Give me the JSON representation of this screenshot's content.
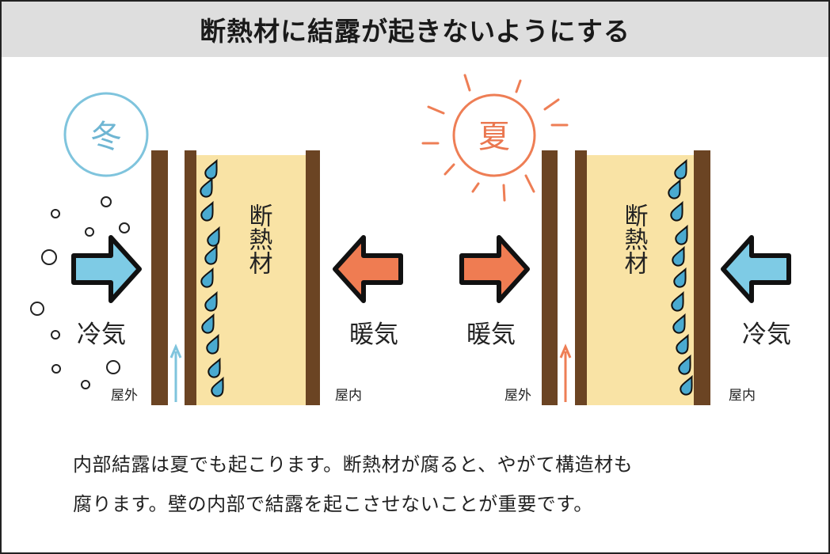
{
  "title": "断熱材に結露が起きないようにする",
  "colors": {
    "winter": "#7fc4dd",
    "summer": "#ee7e55",
    "wall": "#6b4423",
    "insulation": "#f9e3a5",
    "droplet": "#4aaad0",
    "arrow_cold": "#7ecbe5",
    "arrow_warm": "#ef7c52"
  },
  "winter": {
    "season": "冬",
    "insulation": "断熱材",
    "cold_air": "冷気",
    "warm_air": "暖気",
    "outdoor": "屋外",
    "indoor": "屋内"
  },
  "summer": {
    "season": "夏",
    "insulation": "断熱材",
    "cold_air": "冷気",
    "warm_air": "暖気",
    "outdoor": "屋外",
    "indoor": "屋内"
  },
  "caption": {
    "line1": "内部結露は夏でも起こります。断熱材が腐ると、やがて構造材も",
    "line2": "腐ります。壁の内部で結露を起こさせないことが重要です。"
  }
}
